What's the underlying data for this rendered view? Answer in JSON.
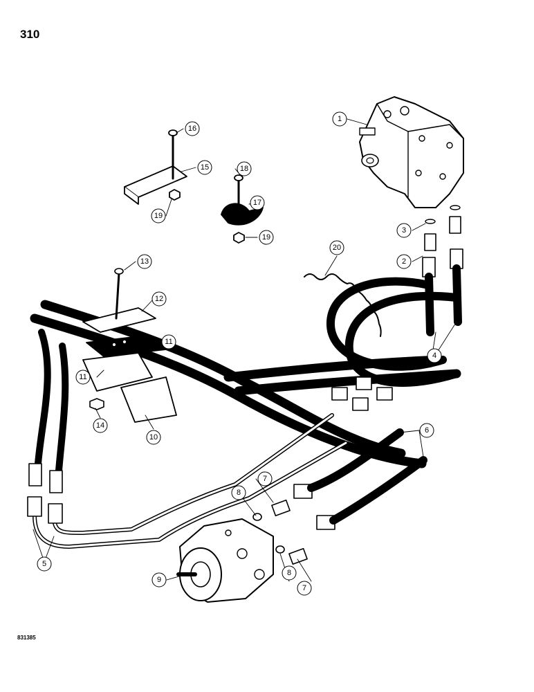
{
  "page_number": "310",
  "figure_code": "831385",
  "callouts": [
    {
      "id": "c1",
      "label": "1"
    },
    {
      "id": "c2",
      "label": "2"
    },
    {
      "id": "c3",
      "label": "3"
    },
    {
      "id": "c4",
      "label": "4"
    },
    {
      "id": "c5",
      "label": "5"
    },
    {
      "id": "c6",
      "label": "6"
    },
    {
      "id": "c7a",
      "label": "7"
    },
    {
      "id": "c7b",
      "label": "7"
    },
    {
      "id": "c8a",
      "label": "8"
    },
    {
      "id": "c8b",
      "label": "8"
    },
    {
      "id": "c9",
      "label": "9"
    },
    {
      "id": "c10",
      "label": "10"
    },
    {
      "id": "c11a",
      "label": "11"
    },
    {
      "id": "c11b",
      "label": "11"
    },
    {
      "id": "c12",
      "label": "12"
    },
    {
      "id": "c13",
      "label": "13"
    },
    {
      "id": "c14",
      "label": "14"
    },
    {
      "id": "c15",
      "label": "15"
    },
    {
      "id": "c16",
      "label": "16"
    },
    {
      "id": "c17",
      "label": "17"
    },
    {
      "id": "c18",
      "label": "18"
    },
    {
      "id": "c19a",
      "label": "19"
    },
    {
      "id": "c19b",
      "label": "19"
    },
    {
      "id": "c20",
      "label": "20"
    }
  ]
}
